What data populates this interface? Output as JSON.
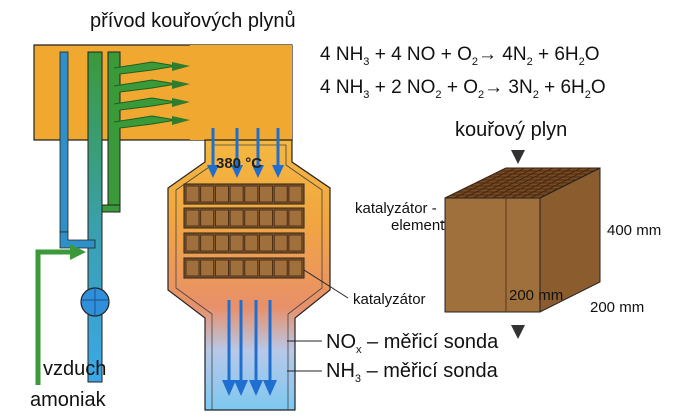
{
  "labels": {
    "flue_gas_inlet": "přívod kouřových plynů",
    "temperature": "380 °C",
    "catalyst": "katalyzátor",
    "nox_probe_prefix": "NO",
    "nox_probe_sub": "x",
    "nox_probe_suffix": " – měřicí sonda",
    "nh3_probe_prefix": "NH",
    "nh3_probe_sub": "3",
    "nh3_probe_suffix": " – měřicí sonda",
    "air": "vzduch",
    "ammonia": "amoniak",
    "flue_gas": "kouřový plyn",
    "element_line1": "katalyzátor -",
    "element_line2": "element",
    "dim_height": "400 mm",
    "dim_depth": "200 mm",
    "dim_width": "200 mm"
  },
  "equations": {
    "eq1": {
      "a": "4 NH",
      "a_sub": "3",
      "b": " + 4 NO  + O",
      "b_sub": "2",
      "c": "→ 4N",
      "c_sub": "2",
      "d": " + 6H",
      "d_sub": "2",
      "e": "O"
    },
    "eq2": {
      "a": "4 NH",
      "a_sub": "3",
      "b": " + 2 NO",
      "b_sub": "2",
      "c": " + O",
      "c_sub": "2",
      "d": "→ 3N",
      "d_sub": "2",
      "e": " + 6H",
      "e_sub": "2",
      "f": "O"
    }
  },
  "colors": {
    "duct_orange": "#f0a830",
    "pipe_blue": "#40a8e0",
    "pipe_green": "#3a9a3a",
    "catalyst_brown": "#8b5a2b",
    "block_brown": "#a0703c",
    "block_dark": "#6e4420",
    "outlet_blue": "#6cc0ee"
  }
}
